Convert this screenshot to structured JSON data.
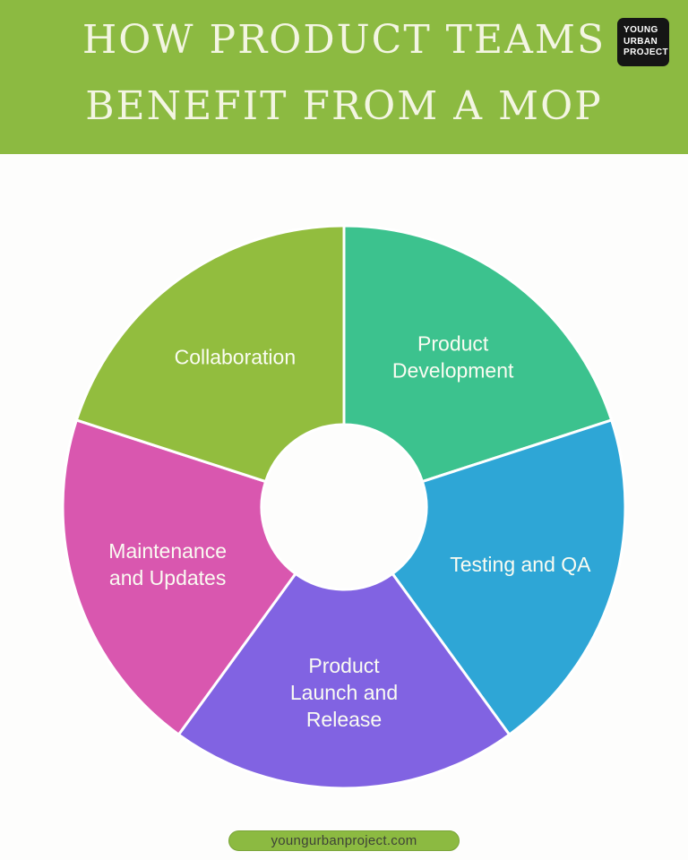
{
  "page": {
    "background": "#fdfdfc"
  },
  "header": {
    "background": "#8cba41",
    "title": "HOW PRODUCT TEAMS BENEFIT FROM A MOP",
    "title_lines": [
      "HOW PRODUCT TEAMS",
      "BENEFIT FROM A MOP"
    ],
    "title_color": "#f3f5e2",
    "logo": {
      "background": "#151515",
      "text_color": "#ffffff",
      "lines": [
        "YOUNG",
        "URBAN",
        "PROJECT"
      ]
    }
  },
  "chart_data": {
    "type": "pie",
    "subtype": "donut",
    "title": "How Product Teams Benefit from a MOP",
    "categories": [
      "Product Development",
      "Testing and QA",
      "Product Launch and Release",
      "Maintenance and Updates",
      "Collaboration"
    ],
    "values": [
      20,
      20,
      20,
      20,
      20
    ],
    "unit": "percent of circle (5 equal 72-degree slices, no numeric labels shown)",
    "start_angle_deg": 0,
    "direction": "clockwise",
    "inner_radius_ratio": 0.29,
    "separator_color": "#ffffff",
    "label_color": "#fafcf2",
    "legend_position": "none",
    "labels_inside": true,
    "slices": [
      {
        "id": "product-development",
        "label": "Product Development",
        "lines": [
          "Product",
          "Development"
        ],
        "value": 20,
        "color": "#3cc28e"
      },
      {
        "id": "testing-and-qa",
        "label": "Testing and QA",
        "lines": [
          "Testing and QA"
        ],
        "value": 20,
        "color": "#2ea6d6"
      },
      {
        "id": "product-launch-and-release",
        "label": "Product Launch and Release",
        "lines": [
          "Product",
          "Launch and",
          "Release"
        ],
        "value": 20,
        "color": "#8163e2"
      },
      {
        "id": "maintenance-and-updates",
        "label": "Maintenance and Updates",
        "lines": [
          "Maintenance",
          "and Updates"
        ],
        "value": 20,
        "color": "#d957af"
      },
      {
        "id": "collaboration",
        "label": "Collaboration",
        "lines": [
          "Collaboration"
        ],
        "value": 20,
        "color": "#92bd3e"
      }
    ]
  },
  "footer": {
    "website": "youngurbanproject.com",
    "pill_background": "#8cba41",
    "pill_border": "#79a437",
    "text_color": "#3e4237"
  }
}
